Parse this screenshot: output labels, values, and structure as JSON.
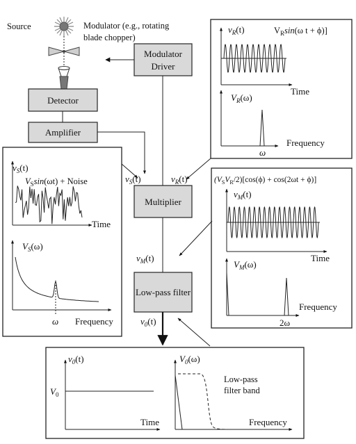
{
  "source": {
    "label": "Source"
  },
  "modulator": {
    "line1": "Modulator (e.g., rotating",
    "line2": "blade chopper)"
  },
  "blocks": {
    "modulator_driver": {
      "line1": "Modulator",
      "line2": "Driver"
    },
    "detector": "Detector",
    "amplifier": "Amplifier",
    "multiplier": "Multiplier",
    "lowpass": "Low-pass filter"
  },
  "signals": {
    "vs": "v",
    "vs_sub": "S",
    "vs_arg": "(t)",
    "vr": "v",
    "vr_sub": "R",
    "vr_arg": "(t)",
    "vm": "v",
    "vm_sub": "M",
    "vm_arg": "(t)",
    "vo": "v",
    "vo_sub": "0",
    "vo_arg": "(t)"
  },
  "ref_panel": {
    "time_ylabel": "v",
    "time_ylabel_sub": "R",
    "time_ylabel_arg": "(t)",
    "equation_prefix": "V",
    "equation_sub": "R",
    "equation_fn": "sin",
    "equation_arg": "(ω t + ϕ)]",
    "time_axis": "Time",
    "freq_ylabel": "V",
    "freq_ylabel_sub": "R",
    "freq_ylabel_arg": "(ω)",
    "freq_axis": "Frequency",
    "omega": "ω"
  },
  "sig_panel": {
    "time_ylabel": "v",
    "time_ylabel_sub": "S",
    "time_ylabel_arg": "(t)",
    "equation_prefix": "V",
    "equation_sub": "S",
    "equation_fn": "sin",
    "equation_arg": "(ωt) + Noise",
    "time_axis": "Time",
    "freq_ylabel": "V",
    "freq_ylabel_sub": "S",
    "freq_ylabel_arg": "(ω)",
    "freq_axis": "Frequency",
    "omega": "ω"
  },
  "mult_panel": {
    "equation": "(V",
    "eq_sub1": "S",
    "eq_mid": "V",
    "eq_sub2": "R",
    "eq_rest": "/2)[cos(ϕ) + cos(2ωt + ϕ)]",
    "time_ylabel": "v",
    "time_ylabel_sub": "M",
    "time_ylabel_arg": "(t)",
    "time_axis": "Time",
    "freq_ylabel": "V",
    "freq_ylabel_sub": "M",
    "freq_ylabel_arg": "(ω)",
    "freq_axis": "Frequency",
    "two_omega": "2ω"
  },
  "out_panel": {
    "time_ylabel": "v",
    "time_ylabel_sub": "0",
    "time_ylabel_arg": "(t)",
    "level": "V",
    "level_sub": "0",
    "time_axis": "Time",
    "freq_ylabel": "V",
    "freq_ylabel_sub": "0",
    "freq_ylabel_arg": "(ω)",
    "band_line1": "Low-pass",
    "band_line2": "filter band",
    "freq_axis": "Frequency"
  },
  "colors": {
    "block_fill": "#d9d9d9",
    "stroke": "#222222",
    "background": "#ffffff"
  }
}
